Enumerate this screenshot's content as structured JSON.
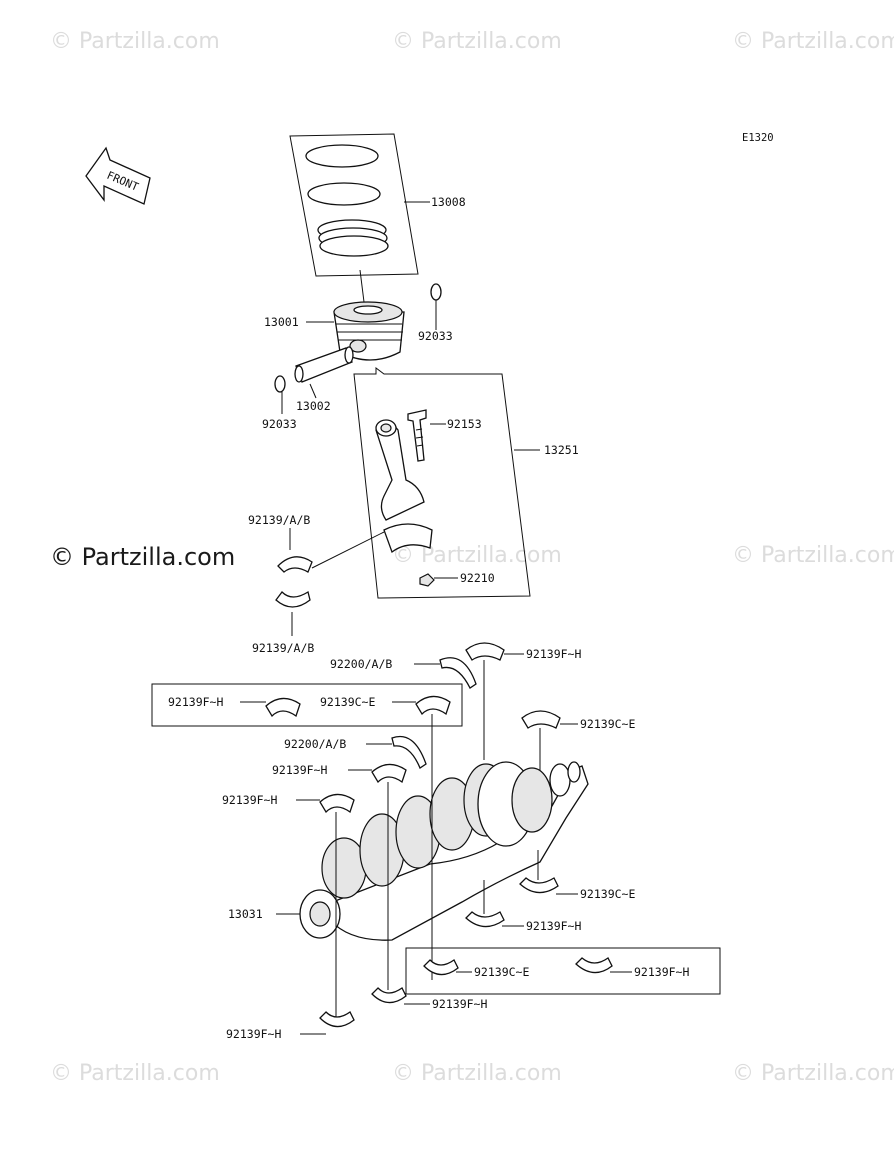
{
  "watermark": {
    "text": "© Partzilla.com",
    "prominent_text": "© Partzilla.com"
  },
  "diagram_code": "E1320",
  "front_label": "FRONT",
  "parts": {
    "rings": "13008",
    "piston": "13001",
    "snap_ring_right": "92033",
    "piston_pin": "13002",
    "snap_ring_left": "92033",
    "conrod_assy": "13251",
    "conrod_bolt": "92153",
    "conrod_bearing_upper": "92139/A/B",
    "conrod_bearing_lower": "92139/A/B",
    "conrod_nut": "92210",
    "crankshaft": "13031",
    "thrust_washer_top": "92200/A/B",
    "thrust_washer_mid": "92200/A/B",
    "main_bearing_top_right": "92139F~H",
    "main_bearing_box_f": "92139F~H",
    "main_bearing_box_c": "92139C~E",
    "main_bearing_right_upper": "92139C~E",
    "main_bearing_mid": "92139F~H",
    "main_bearing_left_upper": "92139F~H",
    "main_bearing_right_lower": "92139C~E",
    "main_bearing_lower_f": "92139F~H",
    "main_bearing_lower_box_c": "92139C~E",
    "main_bearing_lower_box_f": "92139F~H",
    "main_bearing_bottom_mid": "92139F~H",
    "main_bearing_bottom_left": "92139F~H"
  }
}
